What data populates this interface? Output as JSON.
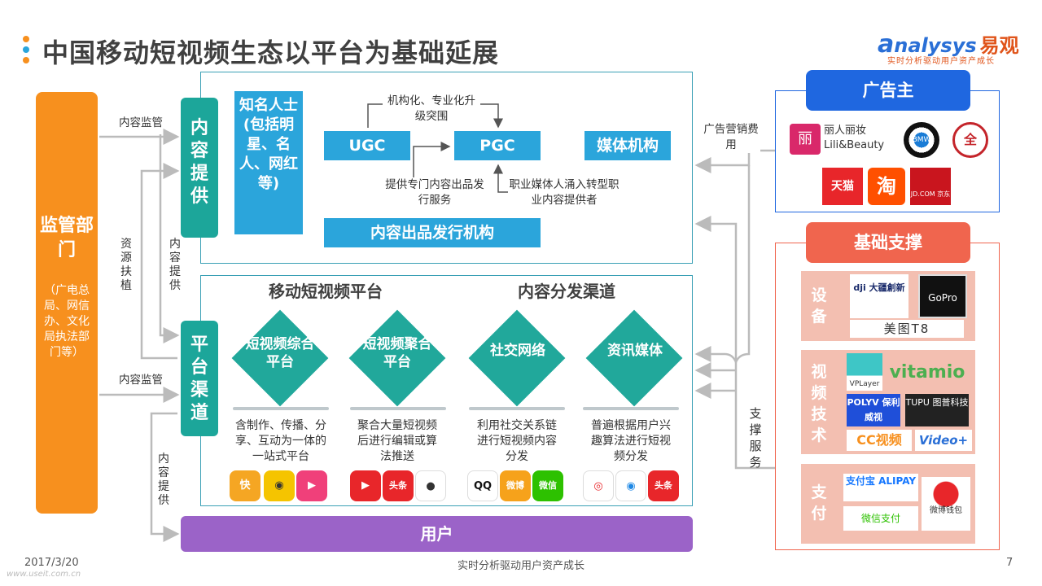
{
  "title": "中国移动短视频生态以平台为基础延展",
  "logo": {
    "main": "nalysys",
    "cn": "易观",
    "sub": "实时分析驱动用户资产成长"
  },
  "regulator": {
    "title": "监管部门",
    "note": "（广电总局、网信办、文化局执法部门等）"
  },
  "content_supply": {
    "label": "内容提供"
  },
  "platform_channel": {
    "label": "平台渠道"
  },
  "celebs": "知名人士(包括明星、名人、网红等)",
  "ugc": "UGC",
  "pgc": "PGC",
  "media": "媒体机构",
  "publisher": "内容出品发行机构",
  "note_ugc_pgc": "机构化、专业化升级突围",
  "note_publisher": "提供专门内容出品发行服务",
  "note_media": "职业媒体人涌入转型职业内容提供者",
  "edges": {
    "monitor1": "内容监管",
    "monitor2": "内容监管",
    "resource": "资源扶植",
    "supply_down": "内容提供",
    "supply_user": "内容提供",
    "ad_fee": "广告营销费用",
    "support": "支撑服务"
  },
  "platform_title": "移动短视频平台",
  "channel_title": "内容分发渠道",
  "platforms": [
    {
      "name": "短视频综合平台",
      "desc": "含制作、传播、分享、互动为一体的一站式平台"
    },
    {
      "name": "短视频聚合平台",
      "desc": "聚合大量短视频后进行编辑或算法推送"
    },
    {
      "name": "社交网络",
      "desc": "利用社交关系链进行短视频内容分发"
    },
    {
      "name": "资讯媒体",
      "desc": "普遍根据用户兴趣算法进行短视频分发"
    }
  ],
  "app_icons": [
    "快",
    "◉",
    "▶",
    "▶",
    "头条",
    "●",
    "QQ",
    "微博",
    "微信",
    "◎",
    "◉",
    "头条"
  ],
  "users": "用户",
  "advertisers": {
    "head": "广告主",
    "logos": [
      "丽人丽妆 Lili&Beauty",
      "BMW",
      "全",
      "天猫",
      "淘",
      "JD.COM 京东"
    ]
  },
  "support": {
    "head": "基础支撑",
    "sections": [
      {
        "label": "设备",
        "logos": [
          "dji 大疆創新",
          "GoPro",
          "美图T8"
        ]
      },
      {
        "label": "视频技术",
        "logos": [
          "VPLayer",
          "vitamio",
          "POLYV 保利威视",
          "TUPU 图普科技",
          "CC视频",
          "Video+"
        ]
      },
      {
        "label": "支付",
        "logos": [
          "支付宝 ALIPAY",
          "微信支付",
          "微博钱包"
        ]
      }
    ]
  },
  "footer": {
    "date": "2017/3/20",
    "center": "实时分析驱动用户资产成长",
    "page": "7",
    "url": "www.useit.com.cn"
  },
  "colors": {
    "orange": "#f7901e",
    "teal": "#1ca69a",
    "blue": "#2ba5db",
    "purple": "#9b63c8",
    "ad_blue": "#1f67e0",
    "coral": "#f0654e"
  }
}
